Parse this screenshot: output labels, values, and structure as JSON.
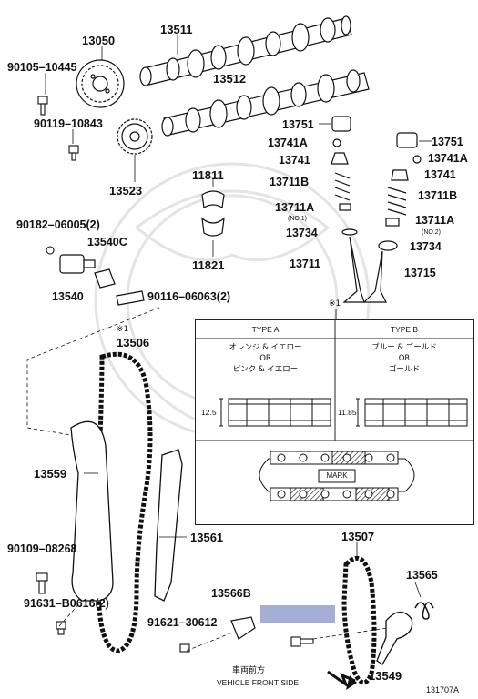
{
  "parts": {
    "p13050": "13050",
    "p13511": "13511",
    "p13512": "13512",
    "p90105": "90105–10445",
    "p90119": "90119–10843",
    "p13523": "13523",
    "p13751_l": "13751",
    "p13741a_l": "13741A",
    "p13741_l": "13741",
    "p13711b_l": "13711B",
    "p13711a_l": "13711A",
    "no1": "(NO.1)",
    "p13734_l": "13734",
    "p13711": "13711",
    "p13751_r": "13751",
    "p13741a_r": "13741A",
    "p13741_r": "13741",
    "p13711b_r": "13711B",
    "p13711a_r": "13711A",
    "no2": "(NO.2)",
    "p13734_r": "13734",
    "p13715": "13715",
    "p11811": "11811",
    "p11821": "11821",
    "p90182": "90182–06005(2)",
    "p13540c": "13540C",
    "p13540": "13540",
    "p90116": "90116–06063(2)",
    "mark_top": "※1",
    "mark_left": "※1",
    "p13506": "13506",
    "p13559": "13559",
    "p90109": "90109–08268",
    "p91631": "91631–B0616(2)",
    "p13561": "13561",
    "p13566b": "13566B",
    "p91621": "91621–30612",
    "p13507": "13507",
    "p13565": "13565",
    "p13549": "13549",
    "front_jp": "車両前方",
    "front_en": "VEHICLE FRONT SIDE",
    "diagram_id": "131707A"
  },
  "table": {
    "type_a": "TYPE A",
    "type_b": "TYPE B",
    "a_line1": "オレンジ & イエロー",
    "a_or": "OR",
    "a_line2": "ピンク & イエロー",
    "b_line1": "ブルー & ゴールド",
    "b_or": "OR",
    "b_line2": "ゴールド",
    "dim_a": "12.5",
    "dim_b": "11.85",
    "mark": "MARK"
  },
  "colors": {
    "ink": "#111111",
    "highlight": "#a5aed3",
    "watermark": "#e4e4e4"
  }
}
